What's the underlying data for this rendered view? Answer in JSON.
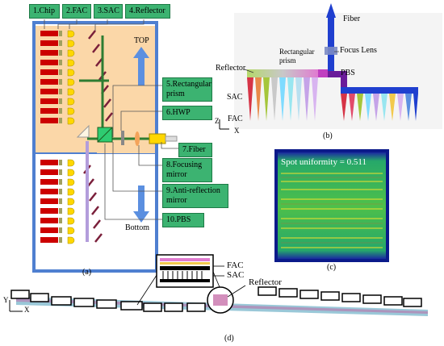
{
  "panel_a": {
    "top_labels": [
      "1.Chip",
      "2.FAC",
      "3.SAC",
      "4.Reflector"
    ],
    "side_labels": [
      "5.Rectangular prism",
      "6.HWP",
      "7.Fiber",
      "8.Focusing mirror",
      "9.Anti-reflection mirror",
      "10.PBS"
    ],
    "top_text": "TOP",
    "bottom_text": "Bottom",
    "caption": "(a)"
  },
  "panel_b": {
    "fiber": "Fiber",
    "focus_lens": "Focus Lens",
    "rect_prism": "Rectangular prism",
    "reflector": "Reflector",
    "pbs": "PBS",
    "sac": "SAC",
    "fac": "FAC",
    "axis_z": "Z",
    "axis_x": "X",
    "caption": "(b)"
  },
  "panel_c": {
    "spot_text": "Spot uniformity = 0.511",
    "caption": "(c)"
  },
  "panel_d": {
    "fac": "FAC",
    "sac": "SAC",
    "reflector": "Reflector",
    "axis_y": "Y",
    "axis_x": "X",
    "caption": "(d)"
  },
  "colors": {
    "label_green": "#3cb371",
    "chip_red": "#cc0000",
    "fac_yellow": "#ffd700",
    "frame_blue": "#4f7fd0",
    "arrow_blue": "#5b8fe0",
    "region_orange": "#fbd7a8",
    "beam_purple": "#6a1b9a"
  }
}
